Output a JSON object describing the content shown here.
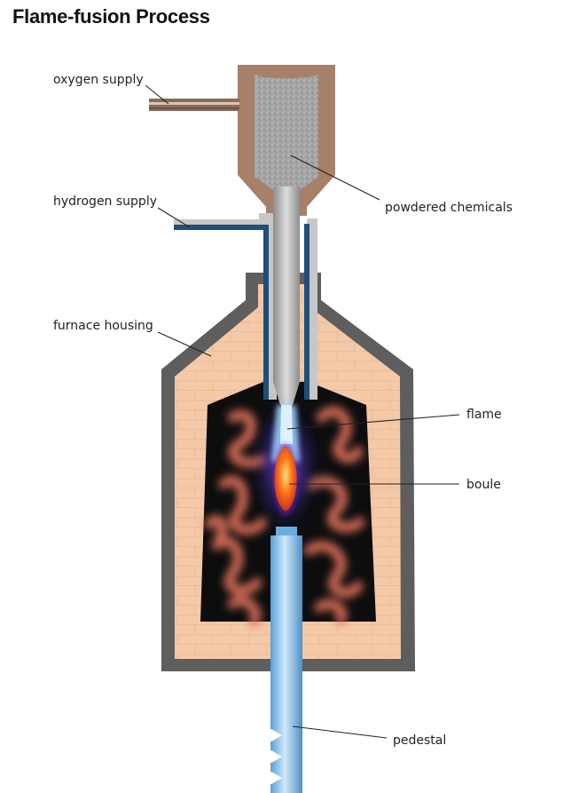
{
  "title": "Flame-fusion Process",
  "labels": {
    "oxygen_supply": "oxygen supply",
    "hydrogen_supply": "hydrogen supply",
    "powdered_chemicals": "powdered chemicals",
    "furnace_housing": "furnace housing",
    "flame": "flame",
    "boule": "boule",
    "pedestal": "pedestal"
  },
  "colors": {
    "hopper": "#a7806a",
    "powder": "#9a9a9a",
    "furnace_shell": "#5e5e5e",
    "firebrick": "#f4c9a8",
    "chamber": "#0d0d0d",
    "glow": "#e2725b",
    "hydrogen_pipe": "#1f4f7a",
    "pedestal": "#8fc4ea",
    "boule": "#ff6a1a"
  }
}
